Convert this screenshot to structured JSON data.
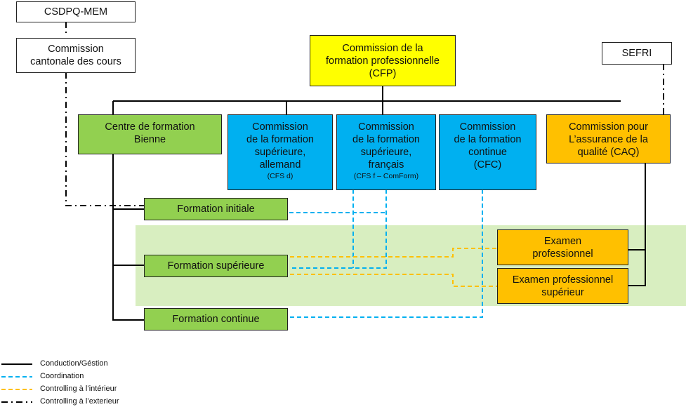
{
  "diagram": {
    "colors": {
      "management": "#000000",
      "coordination": "#00b0f0",
      "internal_controlling": "#ffc000",
      "external_controlling": "#000000",
      "highlight_band": "#d8eec0",
      "box_yellow": "#ffff00",
      "box_green": "#92d050",
      "box_blue": "#00b0f0",
      "box_orange": "#ffc000"
    },
    "nodes": {
      "csdpq": {
        "label": "CSDPQ-MEM"
      },
      "cantonal": {
        "line1": "Commission",
        "line2": "cantonale des cours"
      },
      "cfp": {
        "line1": "Commission de la",
        "line2": "formation professionnelle",
        "line3": "(CFP)"
      },
      "sefri": {
        "label": "SEFRI"
      },
      "bienne": {
        "line1": "Centre de formation",
        "line2": "Bienne"
      },
      "cfs_d": {
        "line1": "Commission",
        "line2": "de la formation",
        "line3": "supérieure,",
        "line4": "allemand",
        "abbr": "(CFS d)"
      },
      "cfs_f": {
        "line1": "Commission",
        "line2": "de la formation",
        "line3": "supérieure,",
        "line4": "français",
        "abbr": "(CFS f – ComForm)"
      },
      "cfc": {
        "line1": "Commission",
        "line2": "de la formation",
        "line3": "continue",
        "line4": "(CFC)"
      },
      "caq": {
        "line1": "Commission pour",
        "line2": "L’assurance de la",
        "line3": "qualité (CAQ)"
      },
      "formation_initiale": {
        "label": "Formation initiale"
      },
      "formation_superieure": {
        "label": "Formation supérieure"
      },
      "formation_continue": {
        "label": "Formation continue"
      },
      "examen_pro": {
        "line1": "Examen",
        "line2": "professionnel"
      },
      "examen_pro_sup": {
        "line1": "Examen professionnel",
        "line2": "supérieur"
      }
    },
    "edges": [
      {
        "from": "cfp",
        "to": "bienne",
        "type": "management"
      },
      {
        "from": "cfp",
        "to": "cfs_d",
        "type": "management"
      },
      {
        "from": "cfp",
        "to": "cfs_f",
        "type": "management"
      },
      {
        "from": "cfp",
        "to": "caq",
        "type": "management"
      },
      {
        "from": "bienne",
        "to": "formation_initiale",
        "type": "management"
      },
      {
        "from": "bienne",
        "to": "formation_superieure",
        "type": "management"
      },
      {
        "from": "bienne",
        "to": "formation_continue",
        "type": "management"
      },
      {
        "from": "caq",
        "to": "examen_pro",
        "type": "management"
      },
      {
        "from": "caq",
        "to": "examen_pro_sup",
        "type": "management"
      },
      {
        "from": "csdpq",
        "to": "cantonal",
        "type": "external_controlling"
      },
      {
        "from": "cantonal",
        "to": "formation_initiale",
        "type": "external_controlling"
      },
      {
        "from": "sefri",
        "to": "caq",
        "type": "external_controlling"
      },
      {
        "from": "cfs_f",
        "to": "formation_initiale",
        "type": "coordination"
      },
      {
        "from": "cfs_f",
        "to": "formation_superieure",
        "type": "coordination"
      },
      {
        "from": "cfc",
        "to": "formation_continue",
        "type": "coordination"
      },
      {
        "from": "formation_superieure",
        "to": "examen_pro",
        "type": "internal_controlling"
      },
      {
        "from": "formation_superieure",
        "to": "examen_pro_sup",
        "type": "internal_controlling"
      }
    ],
    "legend": [
      {
        "type": "management",
        "label": "Conduction/Géstion"
      },
      {
        "type": "coordination",
        "label": "Coordination"
      },
      {
        "type": "internal_controlling",
        "label": "Controlling à l’intérieur"
      },
      {
        "type": "external_controlling",
        "label": "Controlling à l’exterieur"
      }
    ]
  }
}
